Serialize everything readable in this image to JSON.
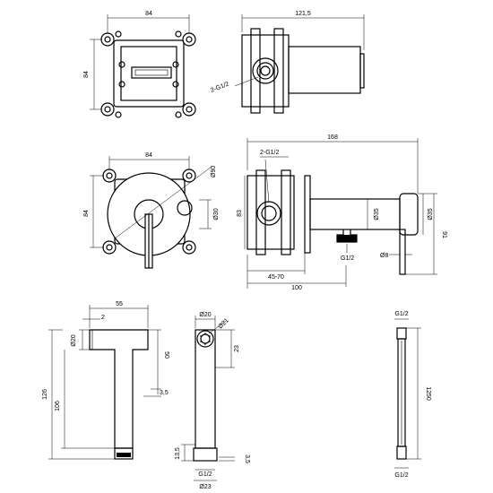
{
  "views": {
    "frame_front": {
      "width": "84",
      "height": "84"
    },
    "frame_side": {
      "width": "121,5",
      "thread": "2-G1/2"
    },
    "mixer_front": {
      "width": "84",
      "height": "84",
      "plate_diameter": "Ø90",
      "bore": "Ø30"
    },
    "mixer_side": {
      "overall": "168",
      "thread": "2-G1/2",
      "height_left": "83",
      "depth_range": "45-70",
      "depth_total": "100",
      "outlet_diameter": "Ø35",
      "holder_diameter": "Ø35",
      "outlet_thread": "G1/2",
      "handle_diameter": "Ø8",
      "height_right": "91"
    },
    "hand_shower_side": {
      "length": "55",
      "wall": "2",
      "diameter": "Ø20",
      "depth": "50",
      "offset": "3,5",
      "height_total": "126",
      "height_body": "106"
    },
    "hand_shower_front": {
      "top_diameter": "Ø20",
      "spray_diameter": "Ø21",
      "head_height": "23",
      "bottom_height": "13,5",
      "bottom_offset": "3,5",
      "thread": "G1/2",
      "bottom_diameter": "Ø23"
    },
    "hose": {
      "top_thread": "G1/2",
      "length": "1250",
      "bottom_thread": "G1/2"
    }
  }
}
